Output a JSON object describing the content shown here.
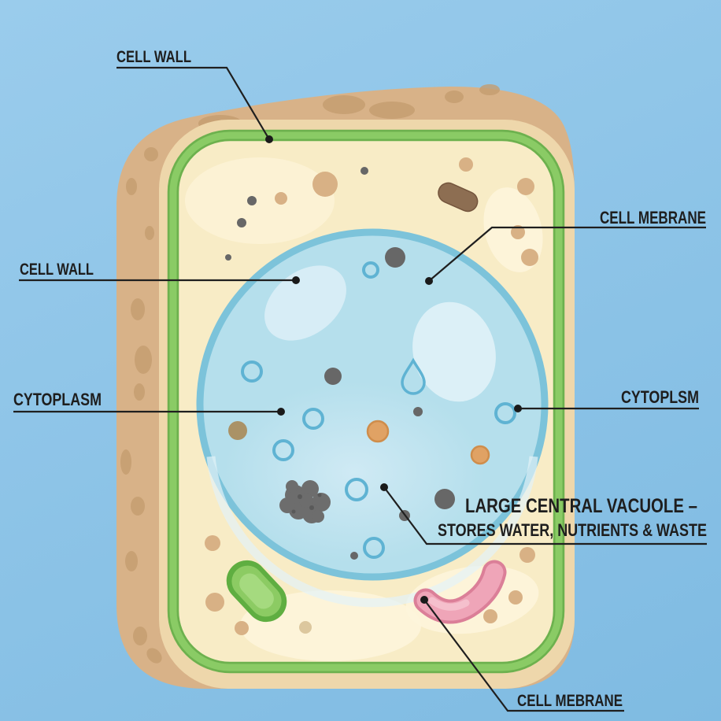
{
  "title": "Plant cell structure diagram",
  "labels": {
    "cell_wall_top": "CELL WALL",
    "cell_membrane_right": "CELL MEBRANE",
    "cell_wall_left": "CELL WALL",
    "cytoplasm_left": "CYTOPLASM",
    "cytoplasm_right": "CYTOPLSM",
    "vacuole_line1": "LARGE CENTRAL VACUOLE –",
    "vacuole_line2": "STORES WATER, NUTRIENTS & WASTE",
    "cell_membrane_bottom": "CELL MEBRANE"
  },
  "colors": {
    "bg_top": "#9accec",
    "bg_bottom": "#7fbbe2",
    "side_face": "#d8b288",
    "face_spot": "#c49c6f",
    "front_face": "#eed7ab",
    "membrane_dark": "#6db14e",
    "membrane_light": "#8acb65",
    "cytoplasm": "#f8ecc6",
    "cytoplasm_glow": "#fdf5da",
    "vacuole_fill": "#b5dfec",
    "vacuole_border": "#7cc3da",
    "vacuole_highlight": "#d7edf6",
    "ring_stroke": "#5fb3d3",
    "grey_dot": "#676767",
    "tan_dot": "#d8b185",
    "orange_dot_fill": "#e0a264",
    "orange_dot_stroke": "#cf8d4b",
    "brown_capsule": "#8d6e52",
    "brown_dot": "#a98a58",
    "chloro_outer": "#5fae41",
    "chloro_mid": "#8ccb63",
    "chloro_inner": "#a5da7f",
    "mito_outer": "#db7f98",
    "mito_mid": "#efa5b8",
    "mito_inner": "#f5c3cf",
    "label_text": "#1e1e1e",
    "leader_line": "#1f1f1f"
  }
}
